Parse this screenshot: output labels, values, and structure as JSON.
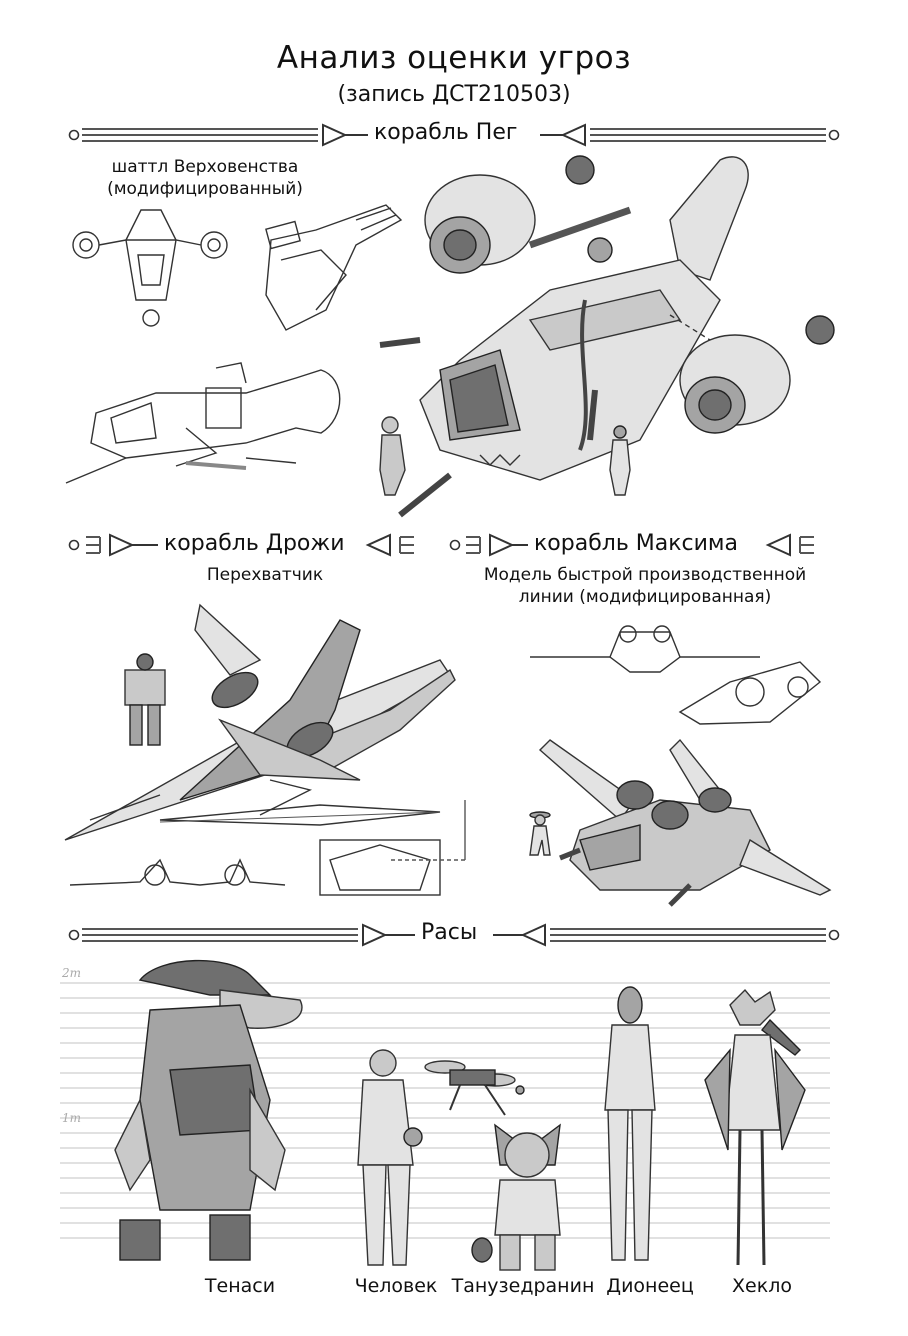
{
  "header": {
    "title": "Анализ оценки угроз",
    "subtitle": "(запись ДСТ210503)"
  },
  "sections": {
    "peg": {
      "label": "корабль Пег",
      "caption_line1": "шаттл Верховенства",
      "caption_line2": "(модифицированный)"
    },
    "drozhi": {
      "label": "корабль Дрожи",
      "caption": "Перехватчик"
    },
    "maxim": {
      "label": "корабль Максима",
      "caption_line1": "Модель быстрой производственной",
      "caption_line2": "линии (модифицированная)"
    },
    "races": {
      "label": "Расы",
      "scale_2m": "2m",
      "scale_1m": "1m",
      "names": [
        "Тенаси",
        "Человек",
        "Танузедранин",
        "Дионеец",
        "Хекло"
      ]
    }
  },
  "colors": {
    "ink": "#111111",
    "grey_light": "#e3e3e3",
    "grey_mid": "#a4a4a4",
    "grey_dark": "#6f6f6f",
    "scale_line": "#cfcfcf"
  }
}
